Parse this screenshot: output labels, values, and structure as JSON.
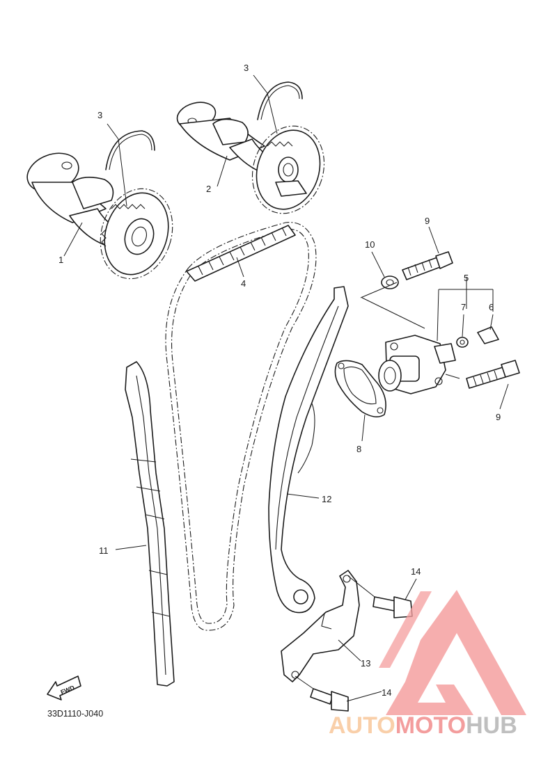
{
  "diagram": {
    "drawing_code": "33D1110-J040",
    "fwd_label": "FWD",
    "callouts": {
      "c1": "1",
      "c2": "2",
      "c3a": "3",
      "c3b": "3",
      "c4": "4",
      "c5": "5",
      "c6": "6",
      "c7": "7",
      "c8": "8",
      "c9a": "9",
      "c9b": "9",
      "c10": "10",
      "c11": "11",
      "c12": "12",
      "c13": "13",
      "c14a": "14",
      "c14b": "14"
    }
  },
  "watermark": {
    "word_part1": "AUTO",
    "word_part2": "MOTO",
    "word_part3": "HUB",
    "colors": {
      "part1": "#f9c79b",
      "part2": "#f28c8c",
      "part3": "#b5b5b5",
      "logo": "#f5a0a0"
    }
  }
}
